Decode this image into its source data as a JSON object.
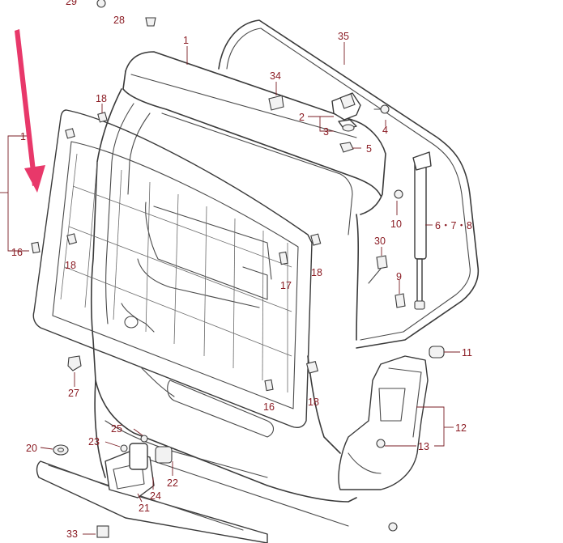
{
  "diagram": {
    "callouts": [
      {
        "id": "c29",
        "text": "29"
      },
      {
        "id": "c28",
        "text": "28"
      },
      {
        "id": "c1a",
        "text": "1"
      },
      {
        "id": "c35",
        "text": "35"
      },
      {
        "id": "c34",
        "text": "34"
      },
      {
        "id": "c18a",
        "text": "18"
      },
      {
        "id": "c2",
        "text": "2"
      },
      {
        "id": "c3",
        "text": "3"
      },
      {
        "id": "c4",
        "text": "4"
      },
      {
        "id": "c5",
        "text": "5"
      },
      {
        "id": "c1b",
        "text": "1"
      },
      {
        "id": "c10",
        "text": "10"
      },
      {
        "id": "c678",
        "text": "6・7・8"
      },
      {
        "id": "c30",
        "text": "30"
      },
      {
        "id": "c16a",
        "text": "16"
      },
      {
        "id": "c18b",
        "text": "18"
      },
      {
        "id": "c17",
        "text": "17"
      },
      {
        "id": "c18c",
        "text": "18"
      },
      {
        "id": "c9",
        "text": "9"
      },
      {
        "id": "c11",
        "text": "11"
      },
      {
        "id": "c27",
        "text": "27"
      },
      {
        "id": "c16b",
        "text": "16"
      },
      {
        "id": "c18d",
        "text": "18"
      },
      {
        "id": "c12",
        "text": "12"
      },
      {
        "id": "c25",
        "text": "25"
      },
      {
        "id": "c23",
        "text": "23"
      },
      {
        "id": "c20",
        "text": "20"
      },
      {
        "id": "c13",
        "text": "13"
      },
      {
        "id": "c22",
        "text": "22"
      },
      {
        "id": "c24",
        "text": "24"
      },
      {
        "id": "c21",
        "text": "21"
      },
      {
        "id": "c33",
        "text": "33"
      }
    ],
    "arrow_color": "#e8386a",
    "callout_color": "#8b1c24"
  }
}
